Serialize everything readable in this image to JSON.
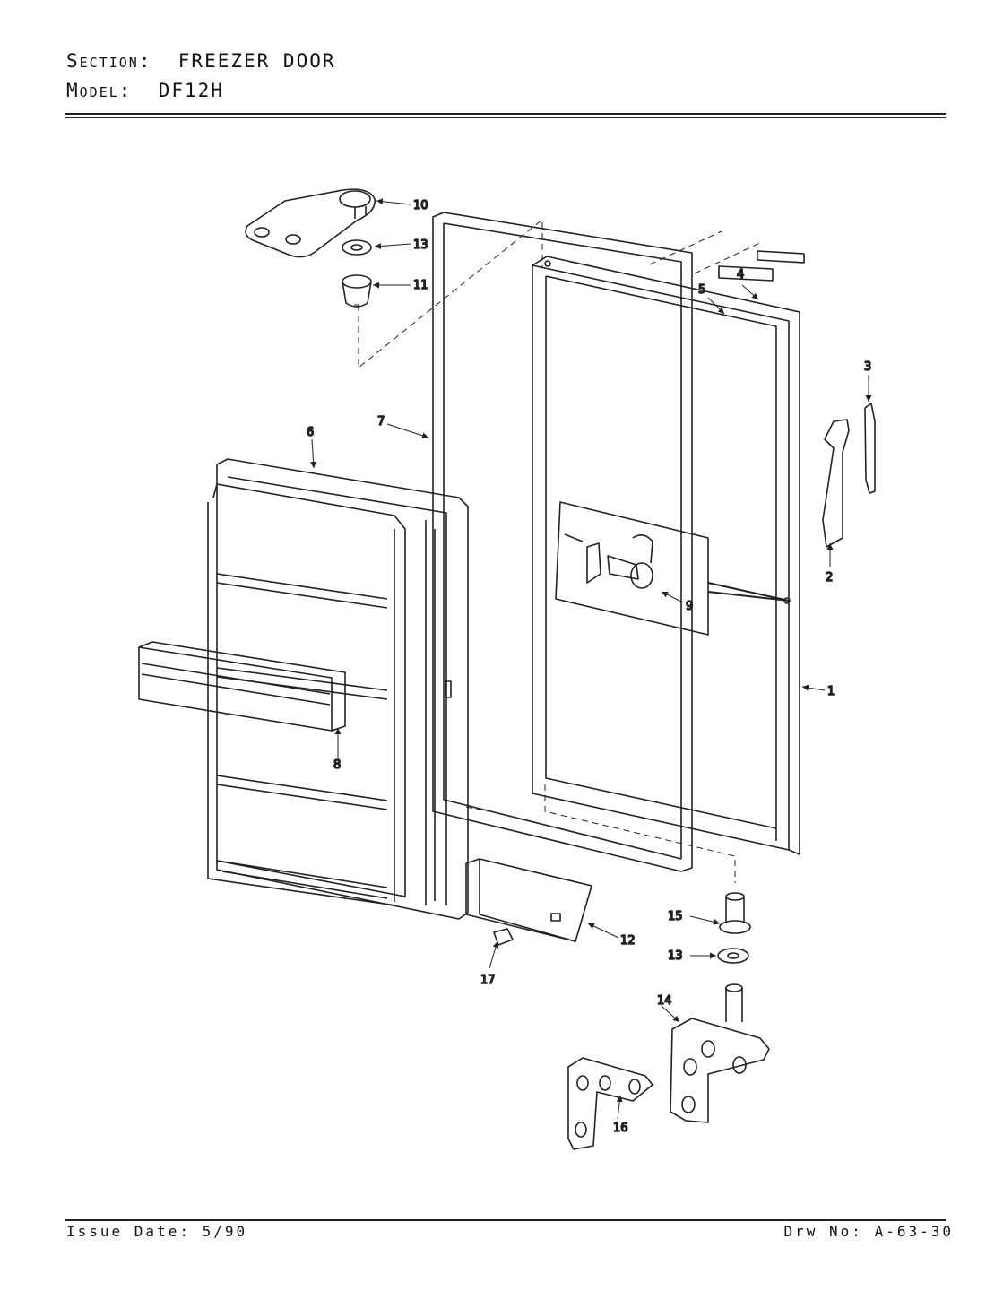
{
  "header": {
    "section_label": "Section:",
    "section_value": "FREEZER DOOR",
    "model_label": "Model:",
    "model_value": "DF12H"
  },
  "footer": {
    "issue_label": "Issue Date:",
    "issue_value": "5/90",
    "drawing_label": "Drw No:",
    "drawing_value": "A-63-30"
  },
  "callouts": [
    "1",
    "2",
    "3",
    "4",
    "5",
    "6",
    "7",
    "8",
    "9",
    "10",
    "11",
    "12",
    "13",
    "13",
    "14",
    "15",
    "16",
    "17"
  ]
}
